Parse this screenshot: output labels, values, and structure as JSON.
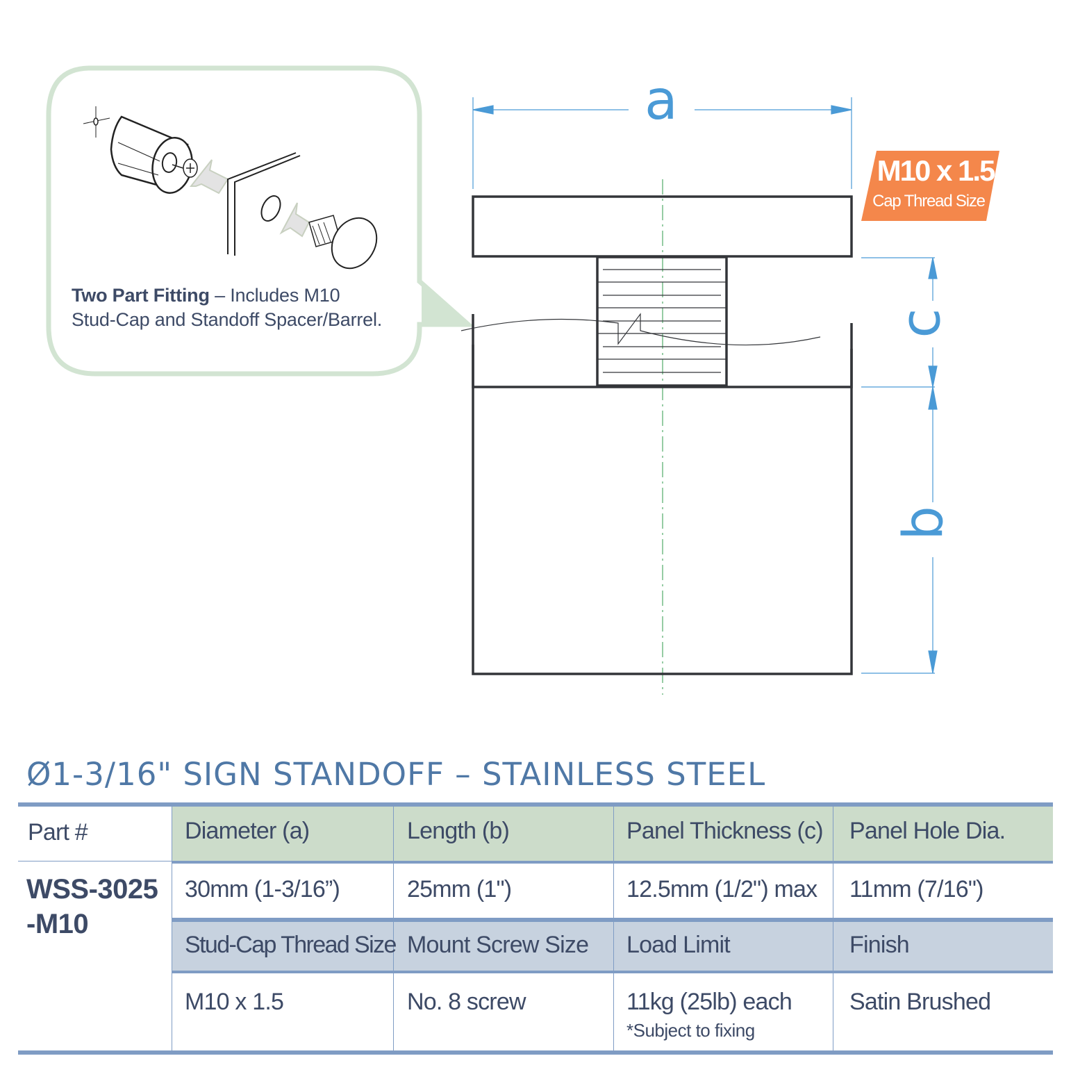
{
  "callout": {
    "title_bold": "Two Part Fitting",
    "text_rest": " – Includes M10",
    "text_line2": "Stud-Cap and Standoff Spacer/Barrel.",
    "border_color": "#d2e4d2"
  },
  "badge": {
    "main": "M10 x 1.5",
    "sub": "Cap Thread Size",
    "color": "#f4874b"
  },
  "dimensions": {
    "a": "a",
    "b": "b",
    "c": "c",
    "color": "#4a9ad6"
  },
  "product_title": "Ø1-3/16\" SIGN STANDOFF – STAINLESS STEEL",
  "table": {
    "part_label": "Part #",
    "part_number_line1": "WSS-3025",
    "part_number_line2": "-M10",
    "header_row_1": [
      "Diameter (a)",
      "Length (b)",
      "Panel Thickness (c)",
      "Panel Hole Dia."
    ],
    "value_row_1": [
      "30mm (1-3/16”)",
      "25mm (1\")",
      "12.5mm (1/2\") max",
      "11mm (7/16\")"
    ],
    "header_row_2": [
      "Stud-Cap Thread Size",
      "Mount Screw Size",
      "Load Limit",
      "Finish"
    ],
    "value_row_2": [
      "M10 x 1.5",
      "No. 8 screw",
      "11kg (25lb) each",
      "Satin Brushed"
    ],
    "load_note": "*Subject to fixing",
    "colors": {
      "header_green": "#ccdcca",
      "header_blue": "#c7d2df",
      "rule": "#7f9cc4",
      "text": "#3d4a66",
      "title": "#4f78a6"
    }
  }
}
